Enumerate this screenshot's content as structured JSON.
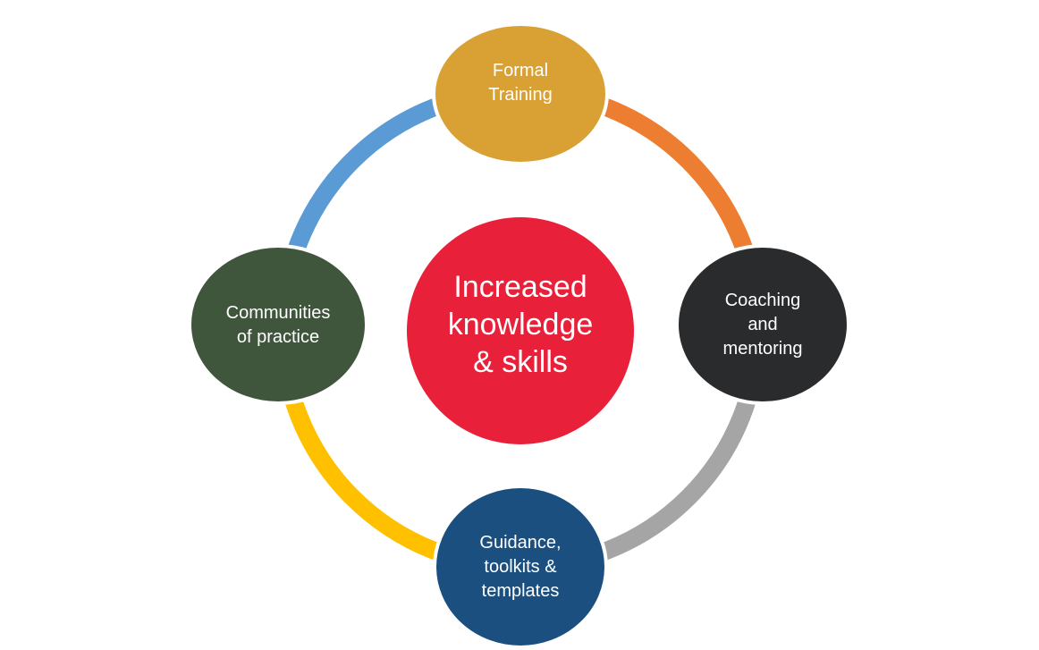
{
  "center": {
    "lines": [
      "Increased",
      "knowledge",
      "& skills"
    ],
    "color": "#E8203A"
  },
  "nodes": {
    "top": {
      "lines": [
        "Formal",
        "Training"
      ],
      "color": "#D9A034"
    },
    "right": {
      "lines": [
        "Coaching",
        "and",
        "mentoring"
      ],
      "color": "#2A2B2D"
    },
    "bottom": {
      "lines": [
        "Guidance,",
        "toolkits &",
        "templates"
      ],
      "color": "#1B4F80"
    },
    "left": {
      "lines": [
        "Communities",
        "of practice"
      ],
      "color": "#3F563C"
    }
  },
  "arcs": {
    "top_right": "#ED7D31",
    "bottom_right": "#A5A5A5",
    "bottom_left": "#FFC000",
    "top_left": "#5B9BD5"
  }
}
